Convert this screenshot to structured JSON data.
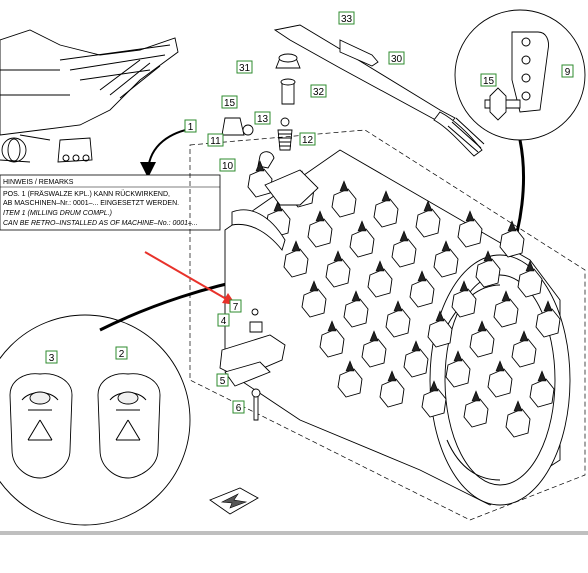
{
  "callouts": [
    {
      "id": "33",
      "text": "33"
    },
    {
      "id": "30",
      "text": "30"
    },
    {
      "id": "31",
      "text": "31"
    },
    {
      "id": "32",
      "text": "32"
    },
    {
      "id": "15a",
      "text": "15"
    },
    {
      "id": "13",
      "text": "13"
    },
    {
      "id": "11",
      "text": "11"
    },
    {
      "id": "12",
      "text": "12"
    },
    {
      "id": "10",
      "text": "10"
    },
    {
      "id": "1",
      "text": "1"
    },
    {
      "id": "15b",
      "text": "15"
    },
    {
      "id": "9",
      "text": "9"
    },
    {
      "id": "7",
      "text": "7"
    },
    {
      "id": "4",
      "text": "4"
    },
    {
      "id": "5",
      "text": "5"
    },
    {
      "id": "6",
      "text": "6"
    },
    {
      "id": "3",
      "text": "3"
    },
    {
      "id": "2",
      "text": "2"
    }
  ],
  "remarks": {
    "title": "HINWEIS / REMARKS",
    "line1": "POS. 1 (FRÄSWALZE KPL.) KANN RÜCKWIRKEND,",
    "line2": "AB MASCHINEN–Nr.: 0001–... EINGESETZT WERDEN.",
    "line3": "ITEM 1 (MILLING DRUM COMPL.)",
    "line4": "CAN BE RETRO–INSTALLED AS OF MACHINE–No.: 0001–..."
  },
  "colors": {
    "callout_border": "#2e8b2e",
    "arrow": "#e8322b",
    "ink": "#000000"
  }
}
